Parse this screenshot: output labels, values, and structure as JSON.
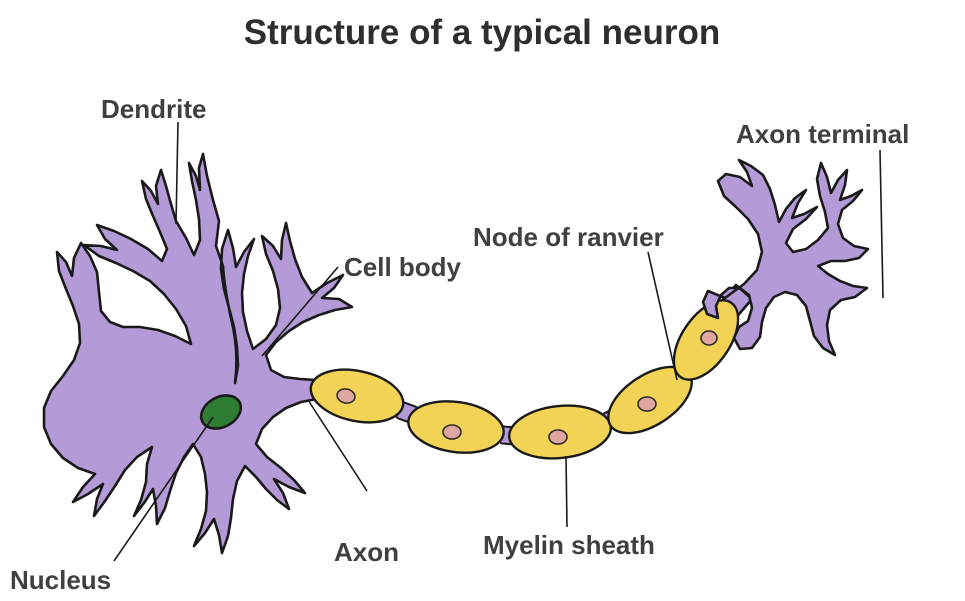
{
  "title": "Structure of a typical neuron",
  "colors": {
    "background": "#ffffff",
    "cell_purple": "#b49bd8",
    "nucleus_green": "#2f7d32",
    "myelin_yellow": "#f2d355",
    "myelin_nucleus_pink": "#e0a6a0",
    "outline": "#1a1a1a",
    "label_text": "#404040",
    "title_text": "#2e2e2e"
  },
  "labels": {
    "dendrite": "Dendrite",
    "axon_terminal": "Axon terminal",
    "node_of_ranvier": "Node of ranvier",
    "cell_body": "Cell body",
    "nucleus": "Nucleus",
    "axon": "Axon",
    "myelin_sheath": "Myelin sheath"
  },
  "parts": [
    {
      "name": "dendrite",
      "label": "Dendrite"
    },
    {
      "name": "cell-body",
      "label": "Cell body"
    },
    {
      "name": "nucleus",
      "label": "Nucleus"
    },
    {
      "name": "axon",
      "label": "Axon"
    },
    {
      "name": "myelin-sheath",
      "label": "Myelin sheath"
    },
    {
      "name": "node-of-ranvier",
      "label": "Node of ranvier"
    },
    {
      "name": "axon-terminal",
      "label": "Axon terminal"
    }
  ],
  "counts": {
    "myelin_segments": 5,
    "nodes_of_ranvier": 4
  }
}
